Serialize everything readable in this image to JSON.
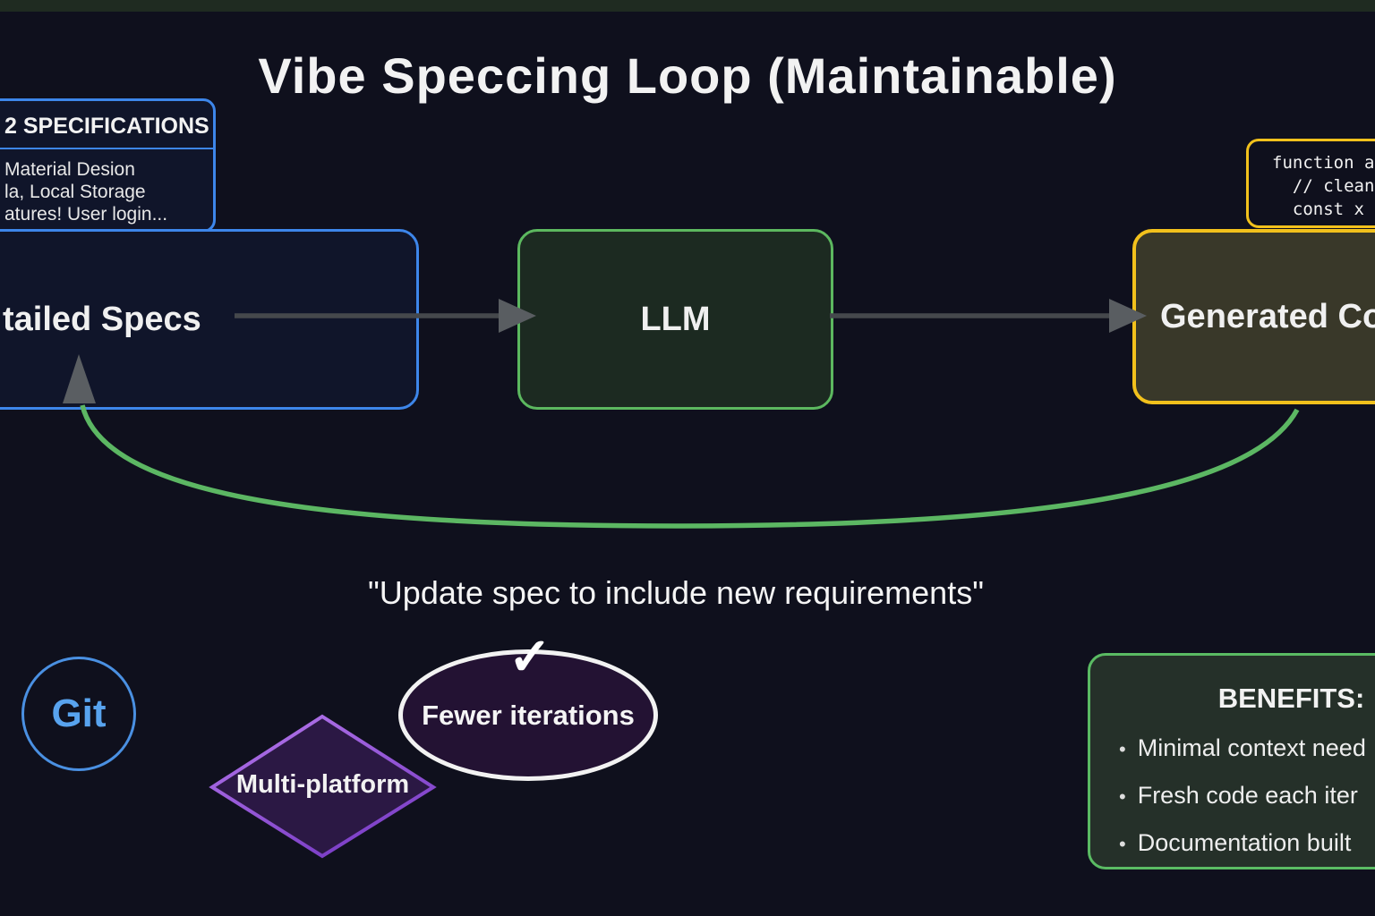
{
  "title": "Vibe Speccing Loop (Maintainable)",
  "spec_note": {
    "header": "2 SPECIFICATIONS",
    "lines": [
      "Material Desion",
      "la, Local Storage",
      "atures! User login..."
    ]
  },
  "flow": {
    "detailed_specs_label": "tailed Specs",
    "llm_label": "LLM",
    "generated_code_label": "Generated Co"
  },
  "code_snippet": {
    "lines": [
      "function a",
      "  // clean",
      "  const x"
    ]
  },
  "loop_caption": "\"Update spec to include new requirements\"",
  "git_label": "Git",
  "diamond_label": "Multi-platform",
  "ellipse": {
    "check_glyph": "✓",
    "label": "Fewer iterations"
  },
  "benefits": {
    "title": "BENEFITS:",
    "bullet": "•",
    "items": [
      "Minimal context need",
      "Fresh code each iter",
      "Documentation built"
    ]
  },
  "colors": {
    "background": "#0f101d",
    "top_bar": "#1f2b21",
    "blue_accent": "#3d86ea",
    "green_accent": "#5cb85f",
    "yellow_accent": "#f2c11c",
    "purple_accent": "#9b5fd8",
    "loop_arrow": "#5cb763",
    "flow_arrow_gray": "#55595d"
  }
}
